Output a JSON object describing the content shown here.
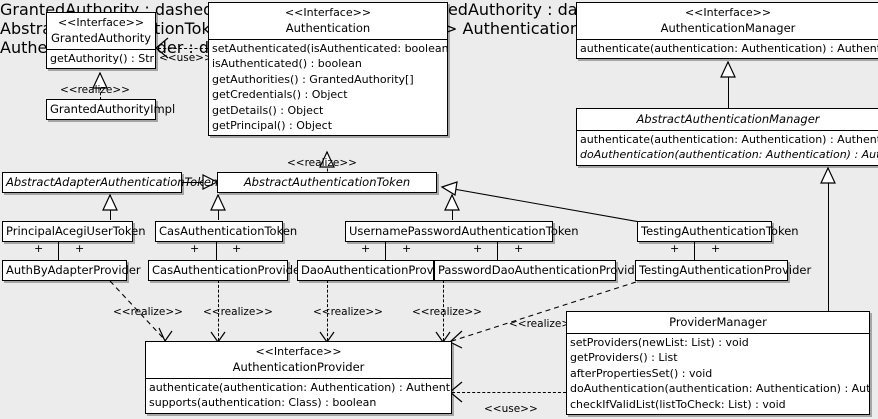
{
  "diagram": {
    "type": "uml-class-diagram",
    "background_color": "#ececec",
    "box_fill": "#ffffff",
    "line_color": "#000000"
  },
  "classes": {
    "granted_authority": {
      "stereotype": "<<Interface>>",
      "name": "GrantedAuthority",
      "members": [
        "getAuthority() : String"
      ]
    },
    "granted_authority_impl": {
      "name": "GrantedAuthorityImpl",
      "members": []
    },
    "authentication": {
      "stereotype": "<<Interface>>",
      "name": "Authentication",
      "members": [
        "setAuthenticated(isAuthenticated: boolean) : void",
        "isAuthenticated() : boolean",
        "getAuthorities() : GrantedAuthority[]",
        "getCredentials() : Object",
        "getDetails() : Object",
        "getPrincipal() : Object"
      ]
    },
    "authentication_manager": {
      "stereotype": "<<Interface>>",
      "name": "AuthenticationManager",
      "members": [
        "authenticate(authentication: Authentication) : Authentication"
      ]
    },
    "abstract_authentication_manager": {
      "name": "AbstractAuthenticationManager",
      "abstract": true,
      "members": [
        "authenticate(authentication: Authentication) : Authentication",
        "doAuthentication(authentication: Authentication) : Authentication"
      ]
    },
    "abstract_adapter_authentication_token": {
      "name": "AbstractAdapterAuthenticationToken",
      "abstract": true,
      "members": []
    },
    "abstract_authentication_token": {
      "name": "AbstractAuthenticationToken",
      "abstract": true,
      "members": []
    },
    "principal_acegi_user_token": {
      "name": "PrincipalAcegiUserToken",
      "members": []
    },
    "cas_authentication_token": {
      "name": "CasAuthenticationToken",
      "members": []
    },
    "username_password_authentication_token": {
      "name": "UsernamePasswordAuthenticationToken",
      "members": []
    },
    "testing_authentication_token": {
      "name": "TestingAuthenticationToken",
      "members": []
    },
    "auth_by_adapter_provider": {
      "name": "AuthByAdapterProvider",
      "members": []
    },
    "cas_authentication_provider": {
      "name": "CasAuthenticationProvider",
      "members": []
    },
    "dao_authentication_provider": {
      "name": "DaoAuthenticationProvider",
      "members": []
    },
    "password_dao_authentication_provider": {
      "name": "PasswordDaoAuthenticationProvider",
      "members": []
    },
    "testing_authentication_provider": {
      "name": "TestingAuthenticationProvider",
      "members": []
    },
    "authentication_provider": {
      "stereotype": "<<Interface>>",
      "name": "AuthenticationProvider",
      "members": [
        "authenticate(authentication: Authentication) : Authentication",
        "supports(authentication: Class) : boolean"
      ]
    },
    "provider_manager": {
      "name": "ProviderManager",
      "members": [
        "setProviders(newList: List) : void",
        "getProviders() : List",
        "afterPropertiesSet() : void",
        "doAuthentication(authentication: Authentication) : Authentication",
        "checkIfValidList(listToCheck: List) : void"
      ]
    }
  },
  "relationship_labels": {
    "use_granted_authority": "<<use>>",
    "realize_granted_authority_impl": "<<realize>>",
    "realize_abstract_authentication_token": "<<realize>>",
    "realize_auth_by_adapter": "<<realize>>",
    "realize_cas_provider": "<<realize>>",
    "realize_dao_provider": "<<realize>>",
    "realize_password_dao_provider": "<<realize>>",
    "realize_testing_provider": "<<realize>>",
    "use_provider_manager": "<<use>>"
  },
  "multiplicity": {
    "plus": "+"
  }
}
